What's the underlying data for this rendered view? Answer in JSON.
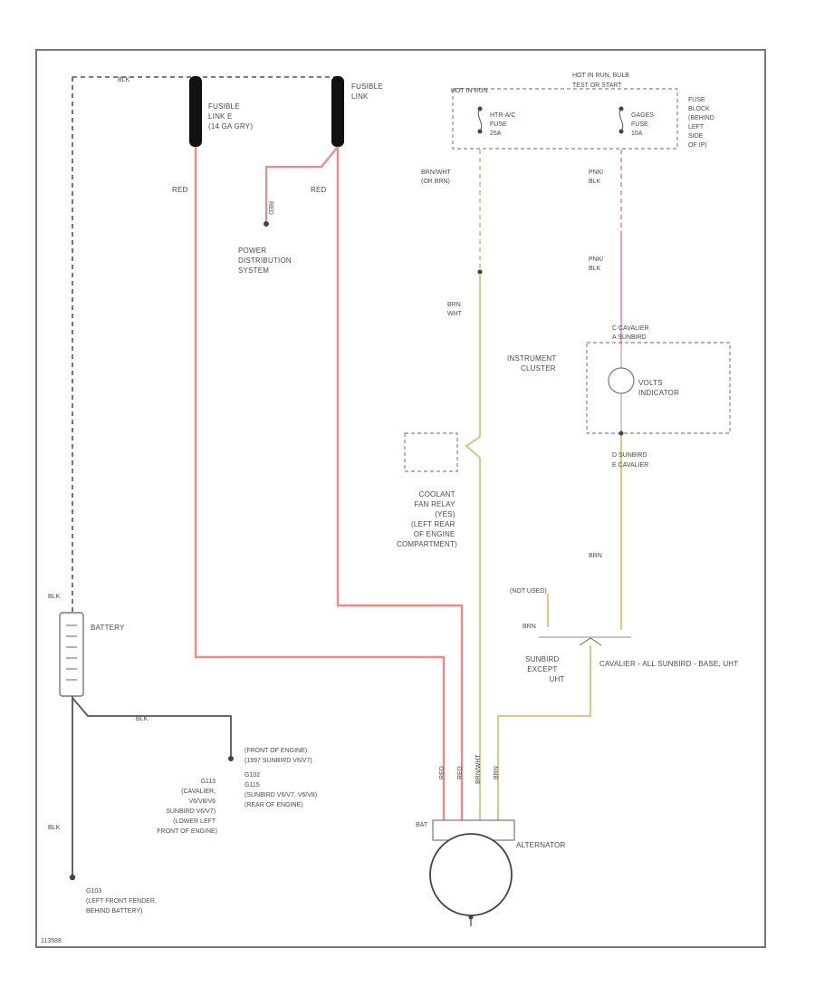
{
  "colors": {
    "red_wire": "#f08a8a",
    "tan_wire": "#d9c98f",
    "pink_wire": "#e7a0c0",
    "black_wire": "#5a5a5a",
    "border": "#777777"
  },
  "labels": {
    "fusible_link_e": [
      "FUSIBLE",
      "LINK E",
      "(14 GA GRY)"
    ],
    "fusible_link": [
      "FUSIBLE",
      "LINK"
    ],
    "red_left": "RED",
    "red_mid": "RED",
    "red_vertical": "RED",
    "power_dist": [
      "POWER",
      "DISTRIBUTION",
      "SYSTEM"
    ],
    "hot_in_run": "HOT IN RUN",
    "hot_in_run_bulb": [
      "HOT IN RUN, BULB",
      "TEST OR START"
    ],
    "hvac_fuse": [
      "HTR-A/C",
      "FUSE",
      "25A"
    ],
    "gages_fuse": [
      "GAGES",
      "FUSE",
      "10A"
    ],
    "fuse_block": [
      "FUSE",
      "BLOCK",
      "(BEHIND",
      "LEFT",
      "SIDE",
      "OF IP)"
    ],
    "brn_wht_or_brn": [
      "BRN/WHT",
      "(OR BRN)"
    ],
    "pnk_blk_top": [
      "PNK/",
      "BLK"
    ],
    "pnk_blk_mid": [
      "PNK/",
      "BLK"
    ],
    "brn_wht": [
      "BRN",
      "WHT"
    ],
    "cavalier_sunbird_top": [
      "C CAVALIER",
      "A SUNBIRD"
    ],
    "instrument_cluster": [
      "INSTRUMENT",
      "CLUSTER"
    ],
    "volts_indicator": [
      "VOLTS",
      "INDICATOR"
    ],
    "sunbird_cavalier": [
      "D SUNBIRD",
      "E CAVALIER"
    ],
    "coolant_relay": [
      "COOLANT",
      "FAN RELAY",
      "(YES)",
      "(LEFT REAR",
      "OF ENGINE",
      "COMPARTMENT)"
    ],
    "brn_right": "BRN",
    "not_used": "(NOT USED)",
    "brn_stub": "BRN",
    "sunbird_except": [
      "SUNBIRD",
      "EXCEPT",
      "UHT"
    ],
    "cavalier_all": "CAVALIER - ALL SUNBIRD - BASE, UHT",
    "blk_top": "BLK",
    "battery": "BATTERY",
    "blk_ground": "BLK",
    "front_of_engine": [
      "(FRONT OF ENGINE)",
      "(1997 SUNBIRD V6/V7)",
      "G102",
      "G115",
      "(SUNBIRD V6/V7, V6/V8)",
      "(REAR OF ENGINE)"
    ],
    "g113_block": [
      "G113",
      "(CAVALIER,",
      "V6/V8/V6",
      "SUNBIRD V6/V7)",
      "(LOWER LEFT",
      "FRONT OF ENGINE)"
    ],
    "blk_left": "BLK",
    "g103": [
      "G103",
      "(LEFT FRONT FENDER,",
      "BEHIND BATTERY)"
    ],
    "bat_term": "BAT",
    "alternator": "ALTERNATOR",
    "figure_id": "113588",
    "alt_wire_1": "RED",
    "alt_wire_2": "RED",
    "alt_wire_3": "BRN/WHT",
    "alt_wire_4": "BRN"
  }
}
